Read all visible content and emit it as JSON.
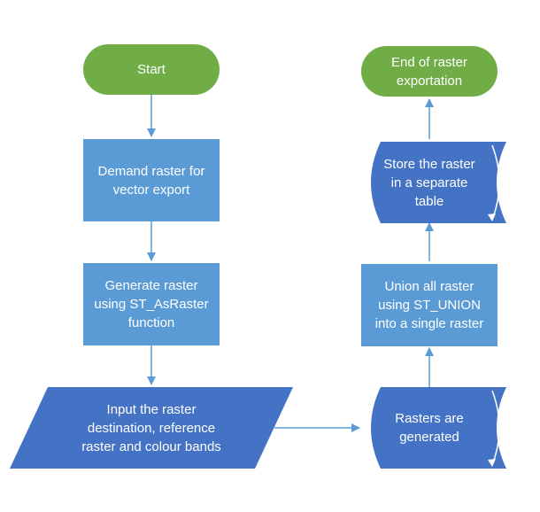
{
  "colors": {
    "terminal": "#70ad47",
    "process": "#5b9bd5",
    "dark": "#4472c4",
    "connector": "#5b9bd5",
    "text": "#ffffff"
  },
  "nodes": {
    "start": {
      "lines": [
        "Start"
      ]
    },
    "demand": {
      "lines": [
        "Demand raster for",
        "vector export"
      ]
    },
    "generate": {
      "lines": [
        "Generate raster",
        "using ST_AsRaster",
        "function"
      ]
    },
    "input": {
      "lines": [
        "Input the raster",
        "destination,  reference",
        "raster and colour bands"
      ]
    },
    "rasters": {
      "lines": [
        "Rasters are",
        "generated"
      ]
    },
    "union": {
      "lines": [
        "Union all raster",
        "using ST_UNION",
        "into a single raster"
      ]
    },
    "store": {
      "lines": [
        "Store the raster",
        "in a separate",
        "table"
      ]
    },
    "end": {
      "lines": [
        "End of raster",
        "exportation"
      ]
    }
  }
}
